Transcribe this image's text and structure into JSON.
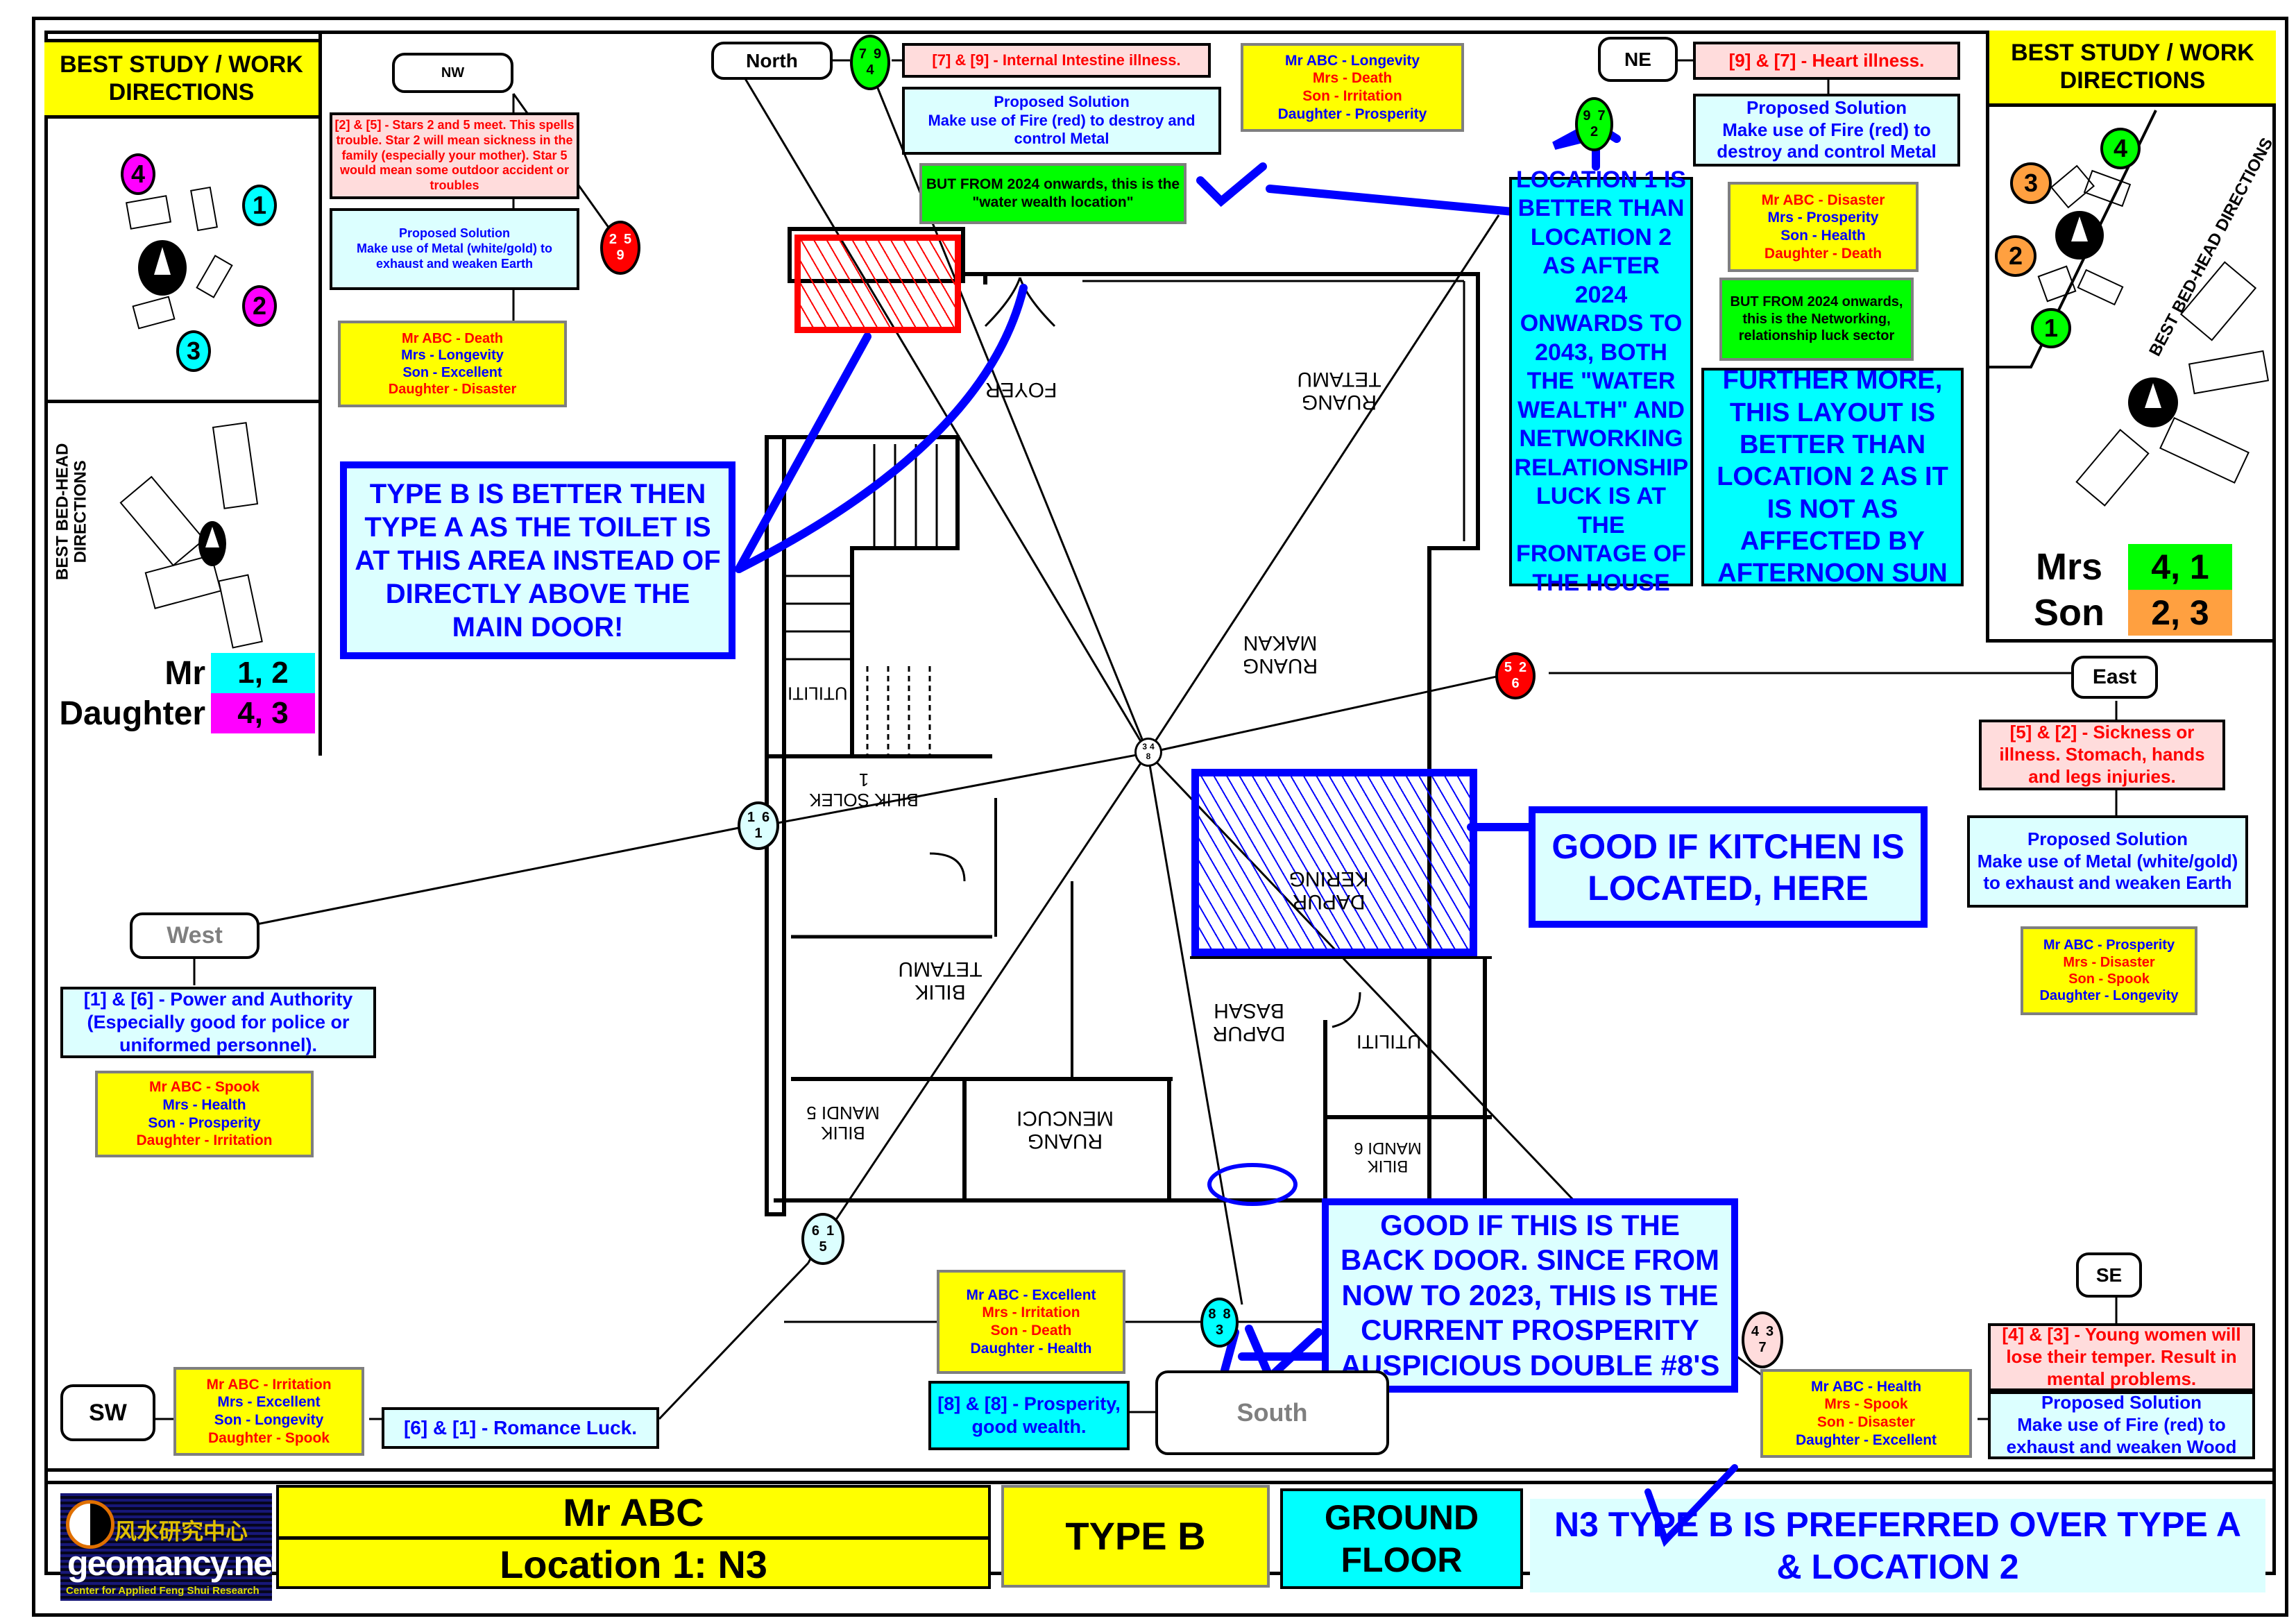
{
  "sectors": {
    "north": {
      "label": "North",
      "stars": [
        "7",
        "9",
        "4"
      ],
      "issue": "[7] & [9] - Internal Intestine illness.",
      "solution_title": "Proposed Solution",
      "solution": "Make use of Fire (red) to destroy and control Metal",
      "note": "BUT FROM 2024 onwards, this is the \"water wealth location\"",
      "family": [
        {
          "text": "Mr ABC -  Longevity",
          "tone": "good"
        },
        {
          "text": "Mrs -  Death",
          "tone": "bad"
        },
        {
          "text": "Son - Irritation",
          "tone": "bad"
        },
        {
          "text": "Daughter -  Prosperity",
          "tone": "good"
        }
      ]
    },
    "northeast": {
      "label": "NE",
      "stars": [
        "9",
        "7",
        "2"
      ],
      "issue": "[9] & [7] - Heart illness.",
      "solution_title": "Proposed Solution",
      "solution": "Make use of Fire (red) to destroy and control Metal",
      "note": "BUT FROM 2024 onwards, this is the Networking, relationship luck sector",
      "family": [
        {
          "text": "Mr ABC -  Disaster",
          "tone": "bad"
        },
        {
          "text": "Mrs -  Prosperity",
          "tone": "good"
        },
        {
          "text": "Son -  Health",
          "tone": "good"
        },
        {
          "text": "Daughter -  Death",
          "tone": "bad"
        }
      ]
    },
    "northwest": {
      "label": "NW",
      "stars": [
        "2",
        "5",
        "9"
      ],
      "issue": "[2] & [5] - Stars 2 and 5 meet. This spells trouble. Star 2 will mean sickness in the family (especially your mother). Star 5 would mean some outdoor accident or troubles",
      "solution_title": "Proposed Solution",
      "solution": "Make use of Metal (white/gold) to exhaust and weaken Earth",
      "family": [
        {
          "text": "Mr ABC -  Death",
          "tone": "bad"
        },
        {
          "text": "Mrs -  Longevity",
          "tone": "good"
        },
        {
          "text": "Son -  Excellent",
          "tone": "good"
        },
        {
          "text": "Daughter -  Disaster",
          "tone": "bad"
        }
      ]
    },
    "east": {
      "label": "East",
      "stars": [
        "5",
        "2",
        "6"
      ],
      "issue": "[5] & [2] - Sickness or illness. Stomach, hands and legs injuries.",
      "solution_title": "Proposed Solution",
      "solution": "Make use of Metal (white/gold) to exhaust and weaken Earth",
      "family": [
        {
          "text": "Mr ABC -  Prosperity",
          "tone": "good"
        },
        {
          "text": "Mrs -  Disaster",
          "tone": "bad"
        },
        {
          "text": "Son -  Spook",
          "tone": "bad"
        },
        {
          "text": "Daughter -  Longevity",
          "tone": "good"
        }
      ]
    },
    "west": {
      "label": "West",
      "stars": [
        "1",
        "6",
        "1"
      ],
      "issue": "[1] & [6] - Power and Authority (Especially good for police or uniformed personnel).",
      "family": [
        {
          "text": "Mr ABC -  Spook",
          "tone": "bad"
        },
        {
          "text": "Mrs -  Health",
          "tone": "good"
        },
        {
          "text": "Son -  Prosperity",
          "tone": "good"
        },
        {
          "text": "Daughter -  Irritation",
          "tone": "bad"
        }
      ]
    },
    "southwest": {
      "label": "SW",
      "stars": [
        "6",
        "1",
        "5"
      ],
      "issue": "[6] & [1] - Romance Luck.",
      "family": [
        {
          "text": "Mr ABC -  Irritation",
          "tone": "bad"
        },
        {
          "text": "Mrs -  Excellent",
          "tone": "good"
        },
        {
          "text": "Son -  Longevity",
          "tone": "good"
        },
        {
          "text": "Daughter -  Spook",
          "tone": "bad"
        }
      ]
    },
    "south": {
      "label": "South",
      "stars": [
        "8",
        "8",
        "3"
      ],
      "issue": "[8] & [8] - Prosperity, good wealth.",
      "family": [
        {
          "text": "Mr ABC - Excellent",
          "tone": "good"
        },
        {
          "text": "Mrs - Irritation",
          "tone": "bad"
        },
        {
          "text": "Son - Death",
          "tone": "bad"
        },
        {
          "text": "Daughter - Health",
          "tone": "good"
        }
      ]
    },
    "southeast": {
      "label": "SE",
      "stars": [
        "4",
        "3",
        "7"
      ],
      "issue": "[4] & [3] - Young women will lose their temper. Result in mental problems.",
      "solution_title": "Proposed Solution",
      "solution": "Make use of Fire (red) to exhaust and weaken Wood",
      "family": [
        {
          "text": "Mr ABC -  Health",
          "tone": "good"
        },
        {
          "text": "Mrs -  Spook",
          "tone": "bad"
        },
        {
          "text": "Son -  Disaster",
          "tone": "bad"
        },
        {
          "text": "Daughter -  Excellent",
          "tone": "good"
        }
      ]
    },
    "center": {
      "stars": [
        "3",
        "4",
        "8"
      ]
    }
  },
  "left_panel": {
    "study_title": "BEST STUDY / WORK DIRECTIONS",
    "study_numbers": [
      "4",
      "1",
      "2",
      "3"
    ],
    "bed_title": "BEST BED-HEAD DIRECTIONS",
    "people": [
      {
        "name": "Mr",
        "dirs": "1, 2",
        "color": "#00ffff"
      },
      {
        "name": "Daughter",
        "dirs": "4, 3",
        "color": "#ff00ff"
      }
    ]
  },
  "right_panel": {
    "study_title": "BEST STUDY / WORK DIRECTIONS",
    "study_numbers": [
      "3",
      "4",
      "2",
      "1"
    ],
    "bed_title": "BEST BED-HEAD DIRECTIONS",
    "people": [
      {
        "name": "Mrs",
        "dirs": "4, 1",
        "color": "#00ff00"
      },
      {
        "name": "Son",
        "dirs": "2, 3",
        "color": "#ffa040"
      }
    ]
  },
  "callouts": {
    "type_b": "TYPE B IS BETTER THEN TYPE A AS THE TOILET IS AT THIS AREA INSTEAD OF DIRECTLY ABOVE THE MAIN DOOR!",
    "location1": "LOCATION 1 IS BETTER THAN LOCATION 2 AS AFTER 2024 ONWARDS TO 2043, BOTH THE \"WATER WEALTH\" AND NETWORKING RELATIONSHIP LUCK IS AT THE FRONTAGE OF THE HOUSE",
    "further": "FURTHER MORE, THIS LAYOUT IS BETTER THAN LOCATION 2 AS IT IS NOT AS AFFECTED BY AFTERNOON SUN",
    "kitchen": "GOOD IF KITCHEN IS LOCATED, HERE",
    "back_door": "GOOD IF THIS IS THE BACK DOOR. SINCE FROM NOW TO 2023, THIS IS THE CURRENT PROSPERITY AUSPICIOUS DOUBLE #8'S"
  },
  "rooms": {
    "foyer": "FOYER",
    "ruang_tetamu": "RUANG TETAMU",
    "ruang_makan": "RUANG MAKAN",
    "utiliti_1": "UTILITI",
    "bilik_solek": "BILIK SOLEK 1",
    "dapur_kering": "DAPUR KERING",
    "bilik_tetamu": "BILIK TETAMU",
    "dapur_basah": "DAPUR BASAH",
    "utiliti_2": "UTILITI",
    "bilik_mandi_5": "BILIK MANDI 5",
    "ruang_mencuci": "RUANG MENCUCI",
    "bilik_mandi_6": "BILIK MANDI 6"
  },
  "footer": {
    "logo_cn": "风水研究中心",
    "logo_name": "geomancy.net",
    "logo_tag": "Center for Applied Feng Shui Research",
    "client": "Mr ABC",
    "location": "Location 1: N3",
    "type": "TYPE B",
    "floor": "GROUND FLOOR",
    "verdict": "N3 TYPE B IS PREFERRED OVER TYPE A & LOCATION 2"
  },
  "colors": {
    "accent_blue": "#0000ff",
    "danger_red": "#ff0000",
    "highlight_yellow": "#ffff00",
    "cyan": "#00ffff",
    "green": "#00ff00"
  }
}
